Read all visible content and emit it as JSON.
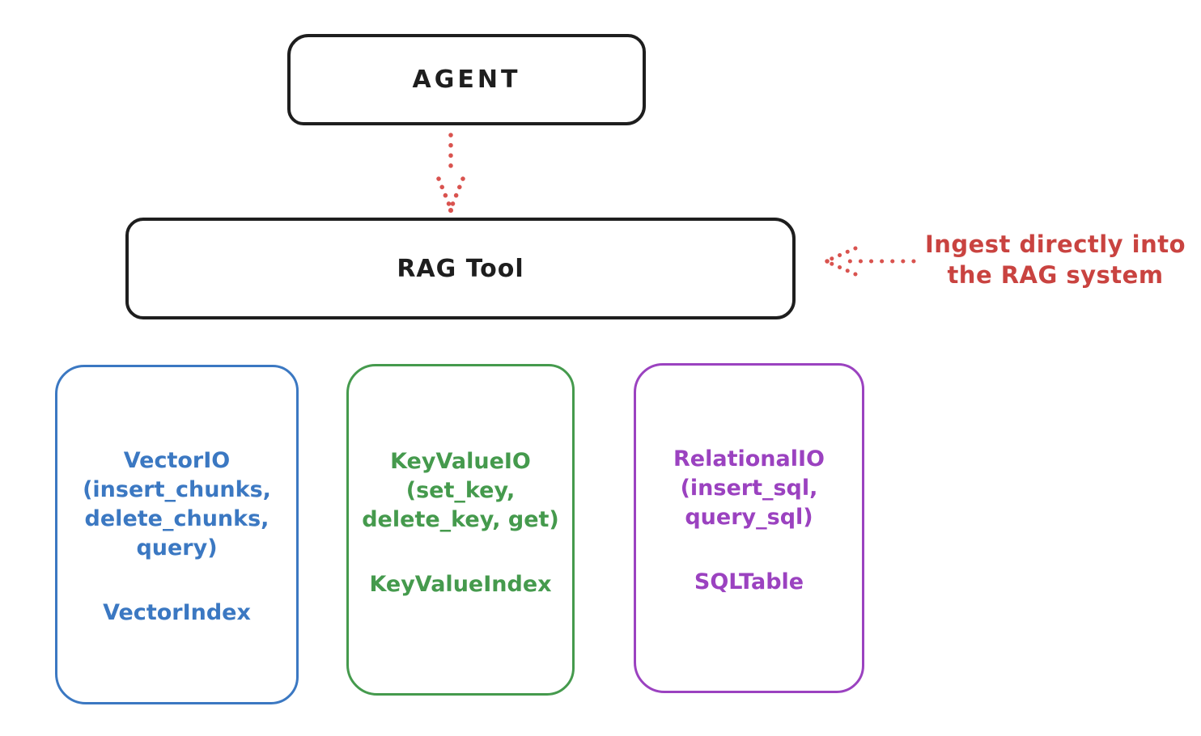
{
  "colors": {
    "ink": "#1e1e1e",
    "blue": "#3b78c2",
    "green": "#459a4d",
    "purple": "#9b42c0",
    "red_text": "#c94340",
    "red_arrow": "#d9534f",
    "background": "#ffffff"
  },
  "nodes": {
    "agent": {
      "label": "AGENT"
    },
    "rag_tool": {
      "label": "RAG Tool"
    },
    "vector_io": {
      "methods": "VectorIO\n(insert_chunks,\ndelete_chunks,\nquery)",
      "index": "VectorIndex"
    },
    "key_value_io": {
      "methods": "KeyValueIO\n(set_key,\ndelete_key, get)",
      "index": "KeyValueIndex"
    },
    "relational_io": {
      "methods": "RelationalIO\n(insert_sql,\nquery_sql)",
      "index": "SQLTable"
    }
  },
  "annotation": {
    "text": "Ingest directly into\nthe RAG system"
  },
  "icons": {
    "agent_to_rag": "dotted-arrow-down",
    "annotation_to_rag": "dotted-arrow-left"
  }
}
